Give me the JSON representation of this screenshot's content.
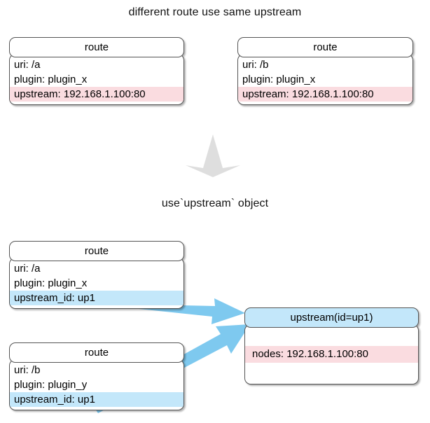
{
  "diagram": {
    "captions": {
      "top": "different route use same upstream",
      "middle": "use`upstream` object"
    },
    "colors": {
      "accent_blue": "#c3e7fa",
      "arrow_blue": "#7ec9ef",
      "highlight_pink": "#fadce0",
      "gray_arrow": "#dedede",
      "border": "#555555"
    },
    "nodes": {
      "route_top_left": {
        "header": "route",
        "rows": [
          {
            "text": "uri: /a",
            "style": "plain"
          },
          {
            "text": "plugin: plugin_x",
            "style": "plain"
          },
          {
            "text": "upstream: 192.168.1.100:80",
            "style": "pink"
          }
        ]
      },
      "route_top_right": {
        "header": "route",
        "rows": [
          {
            "text": "uri: /b",
            "style": "plain"
          },
          {
            "text": "plugin: plugin_x",
            "style": "plain"
          },
          {
            "text": "upstream: 192.168.1.100:80",
            "style": "pink"
          }
        ]
      },
      "route_bottom_a": {
        "header": "route",
        "rows": [
          {
            "text": "uri: /a",
            "style": "plain"
          },
          {
            "text": "plugin: plugin_x",
            "style": "plain"
          },
          {
            "text": "upstream_id: up1",
            "style": "blue"
          }
        ]
      },
      "route_bottom_b": {
        "header": "route",
        "rows": [
          {
            "text": "uri: /b",
            "style": "plain"
          },
          {
            "text": "plugin: plugin_y",
            "style": "plain"
          },
          {
            "text": "upstream_id: up1",
            "style": "blue"
          }
        ]
      },
      "upstream": {
        "header": "upstream(id=up1)",
        "rows": [
          {
            "text": "nodes: 192.168.1.100:80",
            "style": "pink"
          }
        ]
      }
    },
    "connectors": [
      {
        "name": "transform-down-arrow",
        "from": "top-section",
        "to": "bottom-section",
        "color": "#dedede"
      },
      {
        "name": "route-a-to-upstream",
        "from": "route_bottom_a.upstream_id",
        "to": "upstream",
        "color": "#7ec9ef"
      },
      {
        "name": "route-b-to-upstream",
        "from": "route_bottom_b.upstream_id",
        "to": "upstream",
        "color": "#7ec9ef"
      }
    ]
  }
}
